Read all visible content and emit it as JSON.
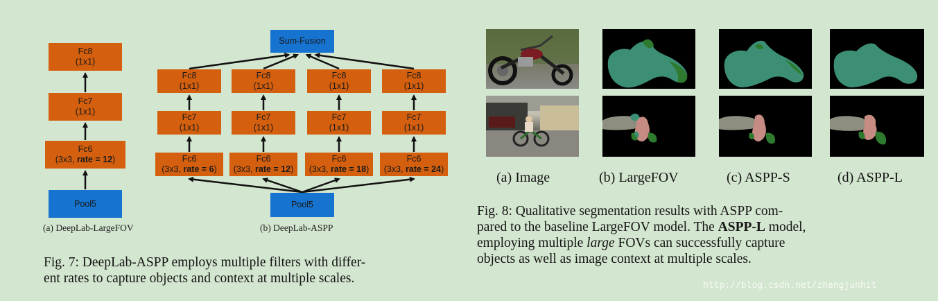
{
  "fig7": {
    "largefov": {
      "fc8": [
        "Fc8",
        "(1x1)"
      ],
      "fc7": [
        "Fc7",
        "(1x1)"
      ],
      "fc6": [
        "Fc6",
        "(3x3, ",
        "rate = 12",
        ")"
      ],
      "pool": "Pool5",
      "caption": "(a) DeepLab-LargeFOV"
    },
    "aspp": {
      "sum": "Sum-Fusion",
      "pool": "Pool5",
      "caption": "(b) DeepLab-ASPP",
      "branches": [
        {
          "fc8": [
            "Fc8",
            "(1x1)"
          ],
          "fc7": [
            "Fc7",
            "(1x1)"
          ],
          "fc6": [
            "Fc6",
            "(3x3, ",
            "rate = 6",
            ")"
          ]
        },
        {
          "fc8": [
            "Fc8",
            "(1x1)"
          ],
          "fc7": [
            "Fc7",
            "(1x1)"
          ],
          "fc6": [
            "Fc6",
            "(3x3, ",
            "rate = 12",
            ")"
          ]
        },
        {
          "fc8": [
            "Fc8",
            "(1x1)"
          ],
          "fc7": [
            "Fc7",
            "(1x1)"
          ],
          "fc6": [
            "Fc6",
            "(3x3, ",
            "rate = 18",
            ")"
          ]
        },
        {
          "fc8": [
            "Fc8",
            "(1x1)"
          ],
          "fc7": [
            "Fc7",
            "(1x1)"
          ],
          "fc6": [
            "Fc6",
            "(3x3, ",
            "rate = 24",
            ")"
          ]
        }
      ]
    },
    "caption_lines": [
      "Fig. 7: DeepLab-ASPP employs multiple filters with differ-",
      "ent rates to capture objects and context at multiple scales."
    ]
  },
  "fig8": {
    "column_captions": [
      "(a) Image",
      "(b) LargeFOV",
      "(c) ASPP-S",
      "(d) ASPP-L"
    ],
    "caption": {
      "line1": "Fig. 8: Qualitative segmentation results with ASPP com-",
      "line2_pre": "pared to the baseline LargeFOV model. The ",
      "line2_bold": "ASPP-L",
      "line2_post": " model,",
      "line3_pre": "employing multiple ",
      "line3_em": "large",
      "line3_post": " FOVs can successfully capture",
      "line4": "objects as well as image context at multiple scales."
    },
    "colors": {
      "motorbike": "#3c8f75",
      "person": "#c68b82",
      "bicycle": "#2e7a2e",
      "car": "#8e8e80",
      "bicycle_bright": "#3aa63a"
    }
  },
  "watermark": "http://blog.csdn.net/zhangjunhit"
}
